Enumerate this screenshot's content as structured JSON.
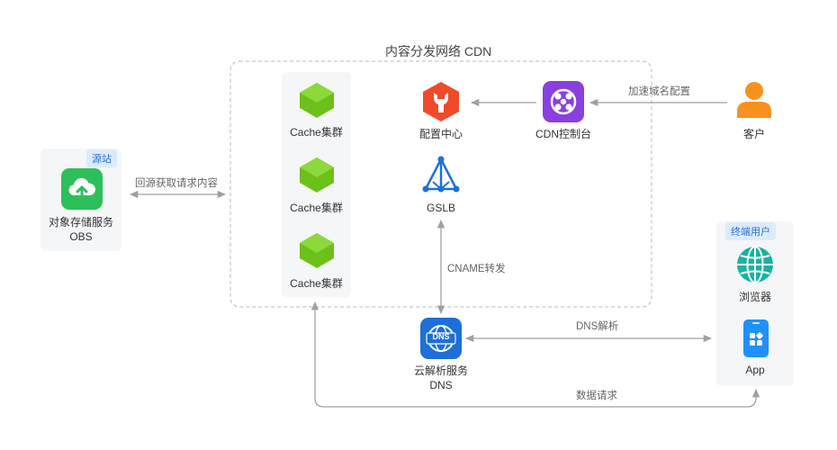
{
  "cdn_group": {
    "title": "内容分发网络 CDN"
  },
  "origin": {
    "badge": "源站",
    "name_line1": "对象存储服务",
    "name_line2": "OBS"
  },
  "cache_nodes": [
    {
      "label": "Cache集群"
    },
    {
      "label": "Cache集群"
    },
    {
      "label": "Cache集群"
    }
  ],
  "config_center": {
    "label": "配置中心"
  },
  "cdn_console": {
    "label": "CDN控制台"
  },
  "customer": {
    "label": "客户"
  },
  "gslb": {
    "label": "GSLB"
  },
  "dns_service": {
    "name_line1": "云解析服务",
    "name_line2": "DNS",
    "icon_text": "DNS"
  },
  "end_users": {
    "badge": "终端用户",
    "browser_label": "浏览器",
    "app_label": "App"
  },
  "edges": {
    "back_to_origin": "回源获取请求内容",
    "domain_config": "加速域名配置",
    "cname": "CNAME转发",
    "dns_resolve": "DNS解析",
    "data_request": "数据请求"
  },
  "colors": {
    "cache_green": "#7ccf1f",
    "config_red": "#f04a2a",
    "console_purple": "#8a3fe0",
    "customer_orange": "#f7921e",
    "gslb_blue": "#1e6fd9",
    "dns_blue": "#1e6fd9",
    "obs_green": "#2dbf5a",
    "browser_teal": "#17b3a3",
    "app_blue": "#1e90ff",
    "arrow_gray": "#a0a0a0"
  }
}
